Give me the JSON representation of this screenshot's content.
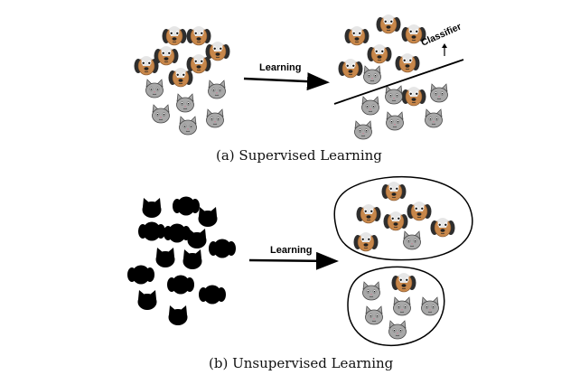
{
  "labels": {
    "learning_top": "Learning",
    "classifier": "Classifier",
    "learning_bottom": "Learning"
  },
  "captions": {
    "a": "(a) Supervised Learning",
    "b": "(b) Unsupervised Learning"
  },
  "colors": {
    "dog_face": "#c8874a",
    "dog_ear": "#2e2e2e",
    "dog_fur_top": "#d9d9d9",
    "cat_face": "#a8a8a8",
    "silhouette": "#000000",
    "line": "#000000"
  },
  "icons": {
    "dog": "dog-face-icon",
    "cat": "cat-face-icon",
    "dog_silhouette": "dog-silhouette-icon",
    "cat_silhouette": "cat-silhouette-icon"
  }
}
